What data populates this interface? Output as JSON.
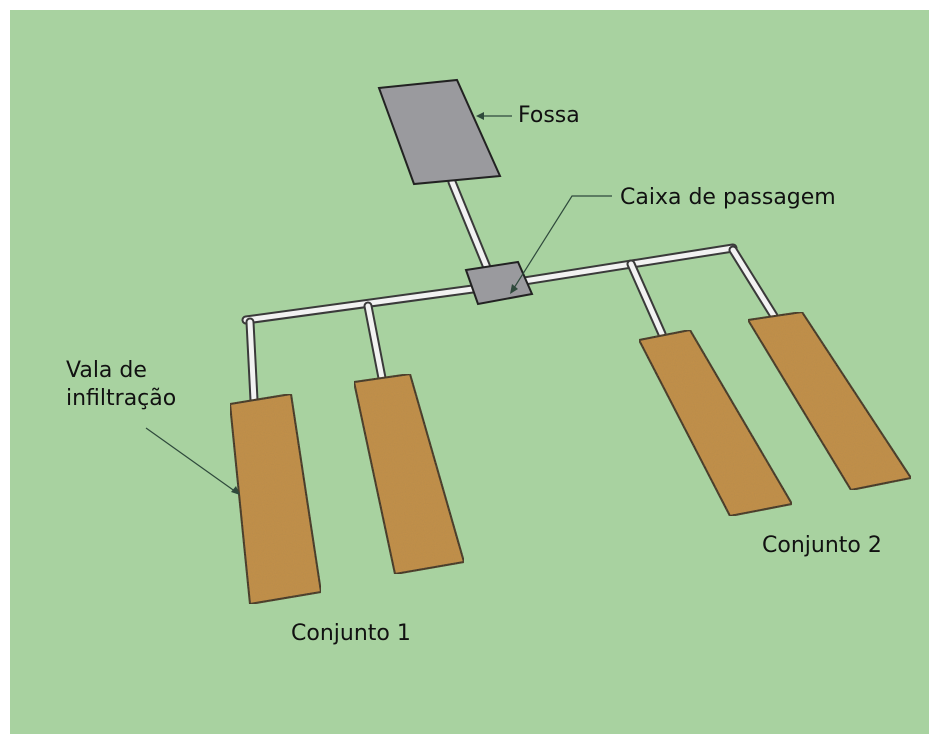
{
  "diagram": {
    "colors": {
      "background": "#a8d2a0",
      "frame": "#ffffff",
      "tank_fill": "#9a9a9e",
      "trench_fill": "#c4914a",
      "pipe": "#f2f2f2",
      "outline": "#222222"
    },
    "labels": {
      "fossa": "Fossa",
      "caixa": "Caixa de passagem",
      "vala_line1": "Vala de",
      "vala_line2": "infiltração",
      "conjunto1": "Conjunto 1",
      "conjunto2": "Conjunto 2"
    },
    "icons": {
      "fossa": "septic-tank-shape",
      "caixa": "junction-box-shape",
      "vala": "infiltration-trench-shape"
    }
  }
}
